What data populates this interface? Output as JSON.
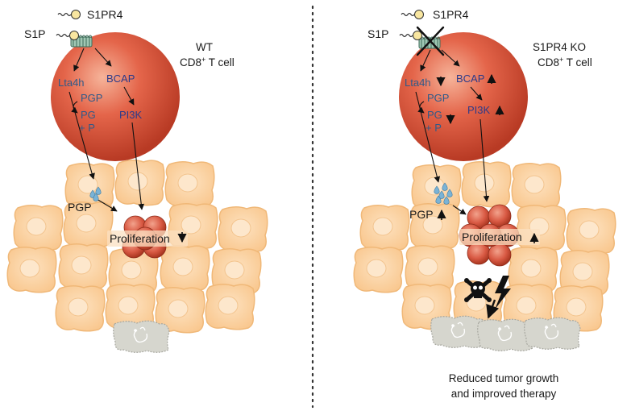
{
  "left_panel": {
    "ligand": "S1P",
    "receptor": "S1PR4",
    "cell_label_line1": "WT",
    "cell_label_line2": "CD8",
    "cell_label_sup": "+",
    "cell_label_line2b": " T cell",
    "lta4h": "Lta4h",
    "bcap": "BCAP",
    "pgp_inside": "PGP",
    "pg": "PG",
    "plus_p": "+ P",
    "pi3k": "PI3K",
    "pgp_outside": "PGP",
    "proliferation": "Proliferation",
    "proliferation_dir": "down"
  },
  "right_panel": {
    "ligand": "S1P",
    "receptor": "S1PR4",
    "cell_label_line1": "S1PR4 KO",
    "cell_label_line2": "CD8",
    "cell_label_sup": "+",
    "cell_label_line2b": " T cell",
    "lta4h": "Lta4h",
    "lta4h_dir": "down",
    "bcap": "BCAP",
    "bcap_dir": "up",
    "pgp_inside": "PGP",
    "pg": "PG",
    "plus_p": "+ P",
    "pg_dir": "down",
    "pi3k": "PI3K",
    "pi3k_dir": "up",
    "pgp_outside": "PGP",
    "pgp_outside_dir": "up",
    "proliferation": "Proliferation",
    "proliferation_dir": "up",
    "outcome_line1": "Reduced tumor growth",
    "outcome_line2": "and improved therapy"
  },
  "colors": {
    "tcell": "#d9543a",
    "tumor_cell": "#fbd3a0",
    "tumor_cell_edge": "#f0b878",
    "dead_cell": "#d4d4cc",
    "droplet": "#7ab3d6",
    "divider": "#333333"
  }
}
